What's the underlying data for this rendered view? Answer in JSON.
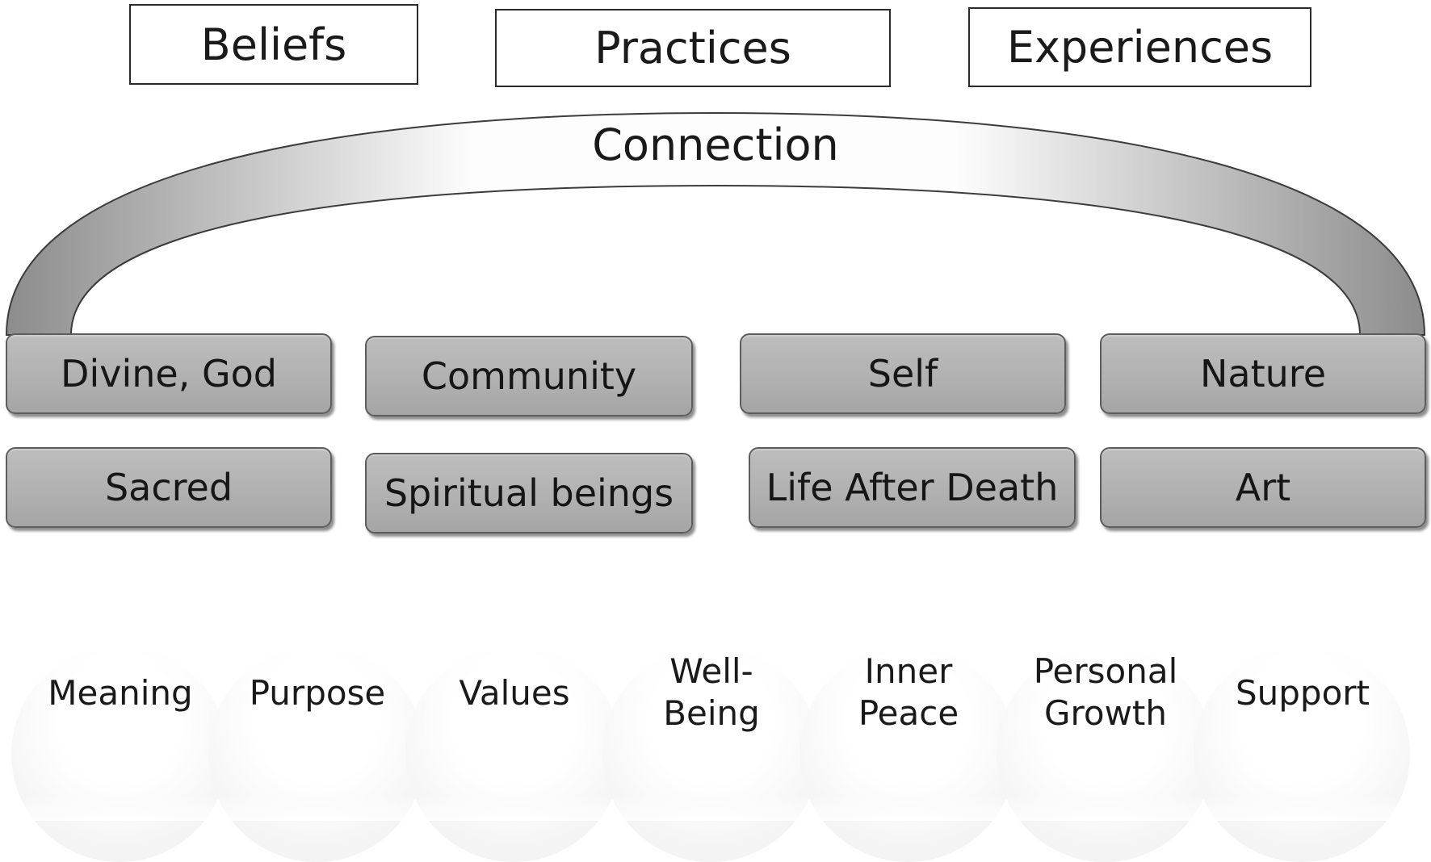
{
  "top_labels": [
    "Beliefs",
    "Practices",
    "Experiences"
  ],
  "arch_label": "Connection",
  "connection_items": {
    "row1": [
      "Divine, God",
      "Community",
      "Self",
      "Nature"
    ],
    "row2": [
      "Sacred",
      "Spiritual beings",
      "Life After Death",
      "Art"
    ]
  },
  "outcomes": [
    {
      "line1": "Meaning",
      "line2": ""
    },
    {
      "line1": "Purpose",
      "line2": ""
    },
    {
      "line1": "Values",
      "line2": ""
    },
    {
      "line1": "Well-",
      "line2": "Being"
    },
    {
      "line1": "Inner",
      "line2": "Peace"
    },
    {
      "line1": "Personal",
      "line2": "Growth"
    },
    {
      "line1": "Support",
      "line2": ""
    }
  ],
  "colors": {
    "pill_fill": "#b4b4b4",
    "pill_border": "#5d5d5d",
    "arch_dark": "#8a8a8a",
    "arch_light": "#ffffff"
  }
}
